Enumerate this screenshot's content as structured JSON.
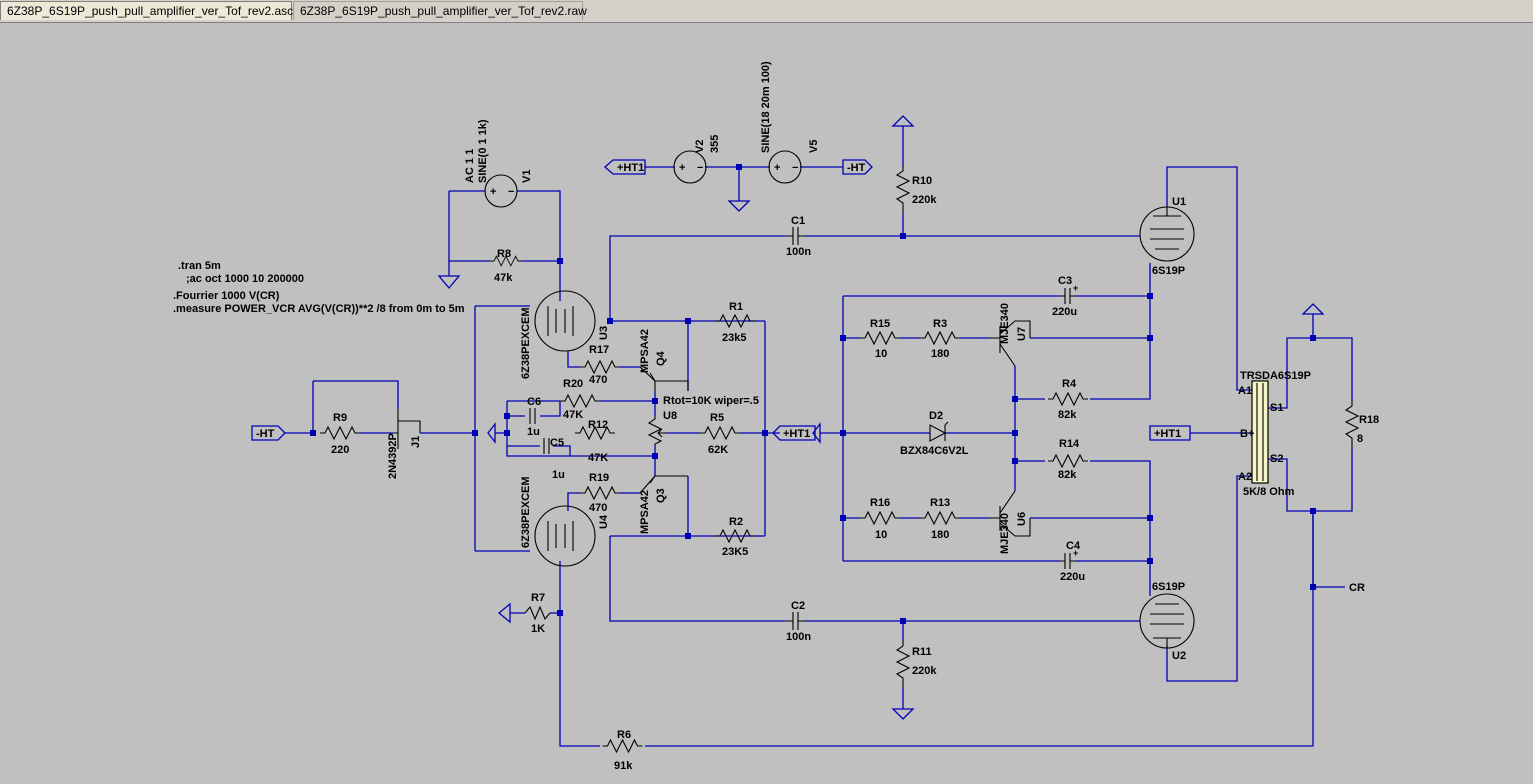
{
  "tabs": [
    {
      "label": "6Z38P_6S19P_push_pull_amplifier_ver_Tof_rev2.asc",
      "active": true
    },
    {
      "label": "6Z38P_6S19P_push_pull_amplifier_ver_Tof_rev2.raw",
      "active": false
    }
  ],
  "directives": {
    "tran": ".tran 5m",
    "ac": ";ac oct 1000 10 200000",
    "four": ".Fourrier 1000 V(CR)",
    "meas": ".measure POWER_VCR AVG(V(CR))**2 /8 from 0m to 5m"
  },
  "labels": {
    "ht_pos": "+HT1",
    "ht_neg": "-HT",
    "cr": "CR",
    "trafo_name": "TRSDA6S19P",
    "trafo_value": "5K/8 Ohm",
    "pot_value": "Rtot=10K wiper=.5",
    "a1": "A1",
    "a2": "A2",
    "bplus": "B+",
    "s1": "S1",
    "s2": "S2"
  },
  "components": {
    "V1": {
      "name": "V1",
      "line1": "AC 1 1",
      "line2": "SINE(0 1 1k)"
    },
    "V2": {
      "name": "V2",
      "value": "355"
    },
    "V5": {
      "name": "V5",
      "value": "SINE(18 20m 100)"
    },
    "R1": {
      "name": "R1",
      "value": "23k5"
    },
    "R2": {
      "name": "R2",
      "value": "23K5"
    },
    "R3": {
      "name": "R3",
      "value": "180"
    },
    "R4": {
      "name": "R4",
      "value": "82k"
    },
    "R5": {
      "name": "R5",
      "value": "62K"
    },
    "R6": {
      "name": "R6",
      "value": "91k"
    },
    "R7": {
      "name": "R7",
      "value": "1K"
    },
    "R8": {
      "name": "R8",
      "value": "47k"
    },
    "R9": {
      "name": "R9",
      "value": "220"
    },
    "R10": {
      "name": "R10",
      "value": "220k"
    },
    "R11": {
      "name": "R11",
      "value": "220k"
    },
    "R12": {
      "name": "R12",
      "value": "47K"
    },
    "R13": {
      "name": "R13",
      "value": "180"
    },
    "R14": {
      "name": "R14",
      "value": "82k"
    },
    "R15": {
      "name": "R15",
      "value": "10"
    },
    "R16": {
      "name": "R16",
      "value": "10"
    },
    "R17": {
      "name": "R17",
      "value": "470"
    },
    "R18": {
      "name": "R18",
      "value": "8"
    },
    "R19": {
      "name": "R19",
      "value": "470"
    },
    "R20": {
      "name": "R20",
      "value": "47K"
    },
    "C1": {
      "name": "C1",
      "value": "100n"
    },
    "C2": {
      "name": "C2",
      "value": "100n"
    },
    "C3": {
      "name": "C3",
      "value": "220u"
    },
    "C4": {
      "name": "C4",
      "value": "220u"
    },
    "C5": {
      "name": "C5",
      "value": "1u"
    },
    "C6": {
      "name": "C6",
      "value": "1u"
    },
    "D2": {
      "name": "D2",
      "value": "BZX84C6V2L"
    },
    "J1": {
      "name": "J1",
      "value": "2N4392P"
    },
    "Q3": {
      "name": "Q3",
      "value": "MPSA42"
    },
    "Q4": {
      "name": "Q4",
      "value": "MPSA42"
    },
    "U1": {
      "name": "U1",
      "value": "6S19P"
    },
    "U2": {
      "name": "U2",
      "value": "6S19P"
    },
    "U3": {
      "name": "U3",
      "value": "6Z38PEXCEM"
    },
    "U4": {
      "name": "U4",
      "value": "6Z38PEXCEM"
    },
    "U6": {
      "name": "U6",
      "value": "MJE340"
    },
    "U7": {
      "name": "U7",
      "value": "MJE340"
    },
    "U8": {
      "name": "U8"
    }
  }
}
